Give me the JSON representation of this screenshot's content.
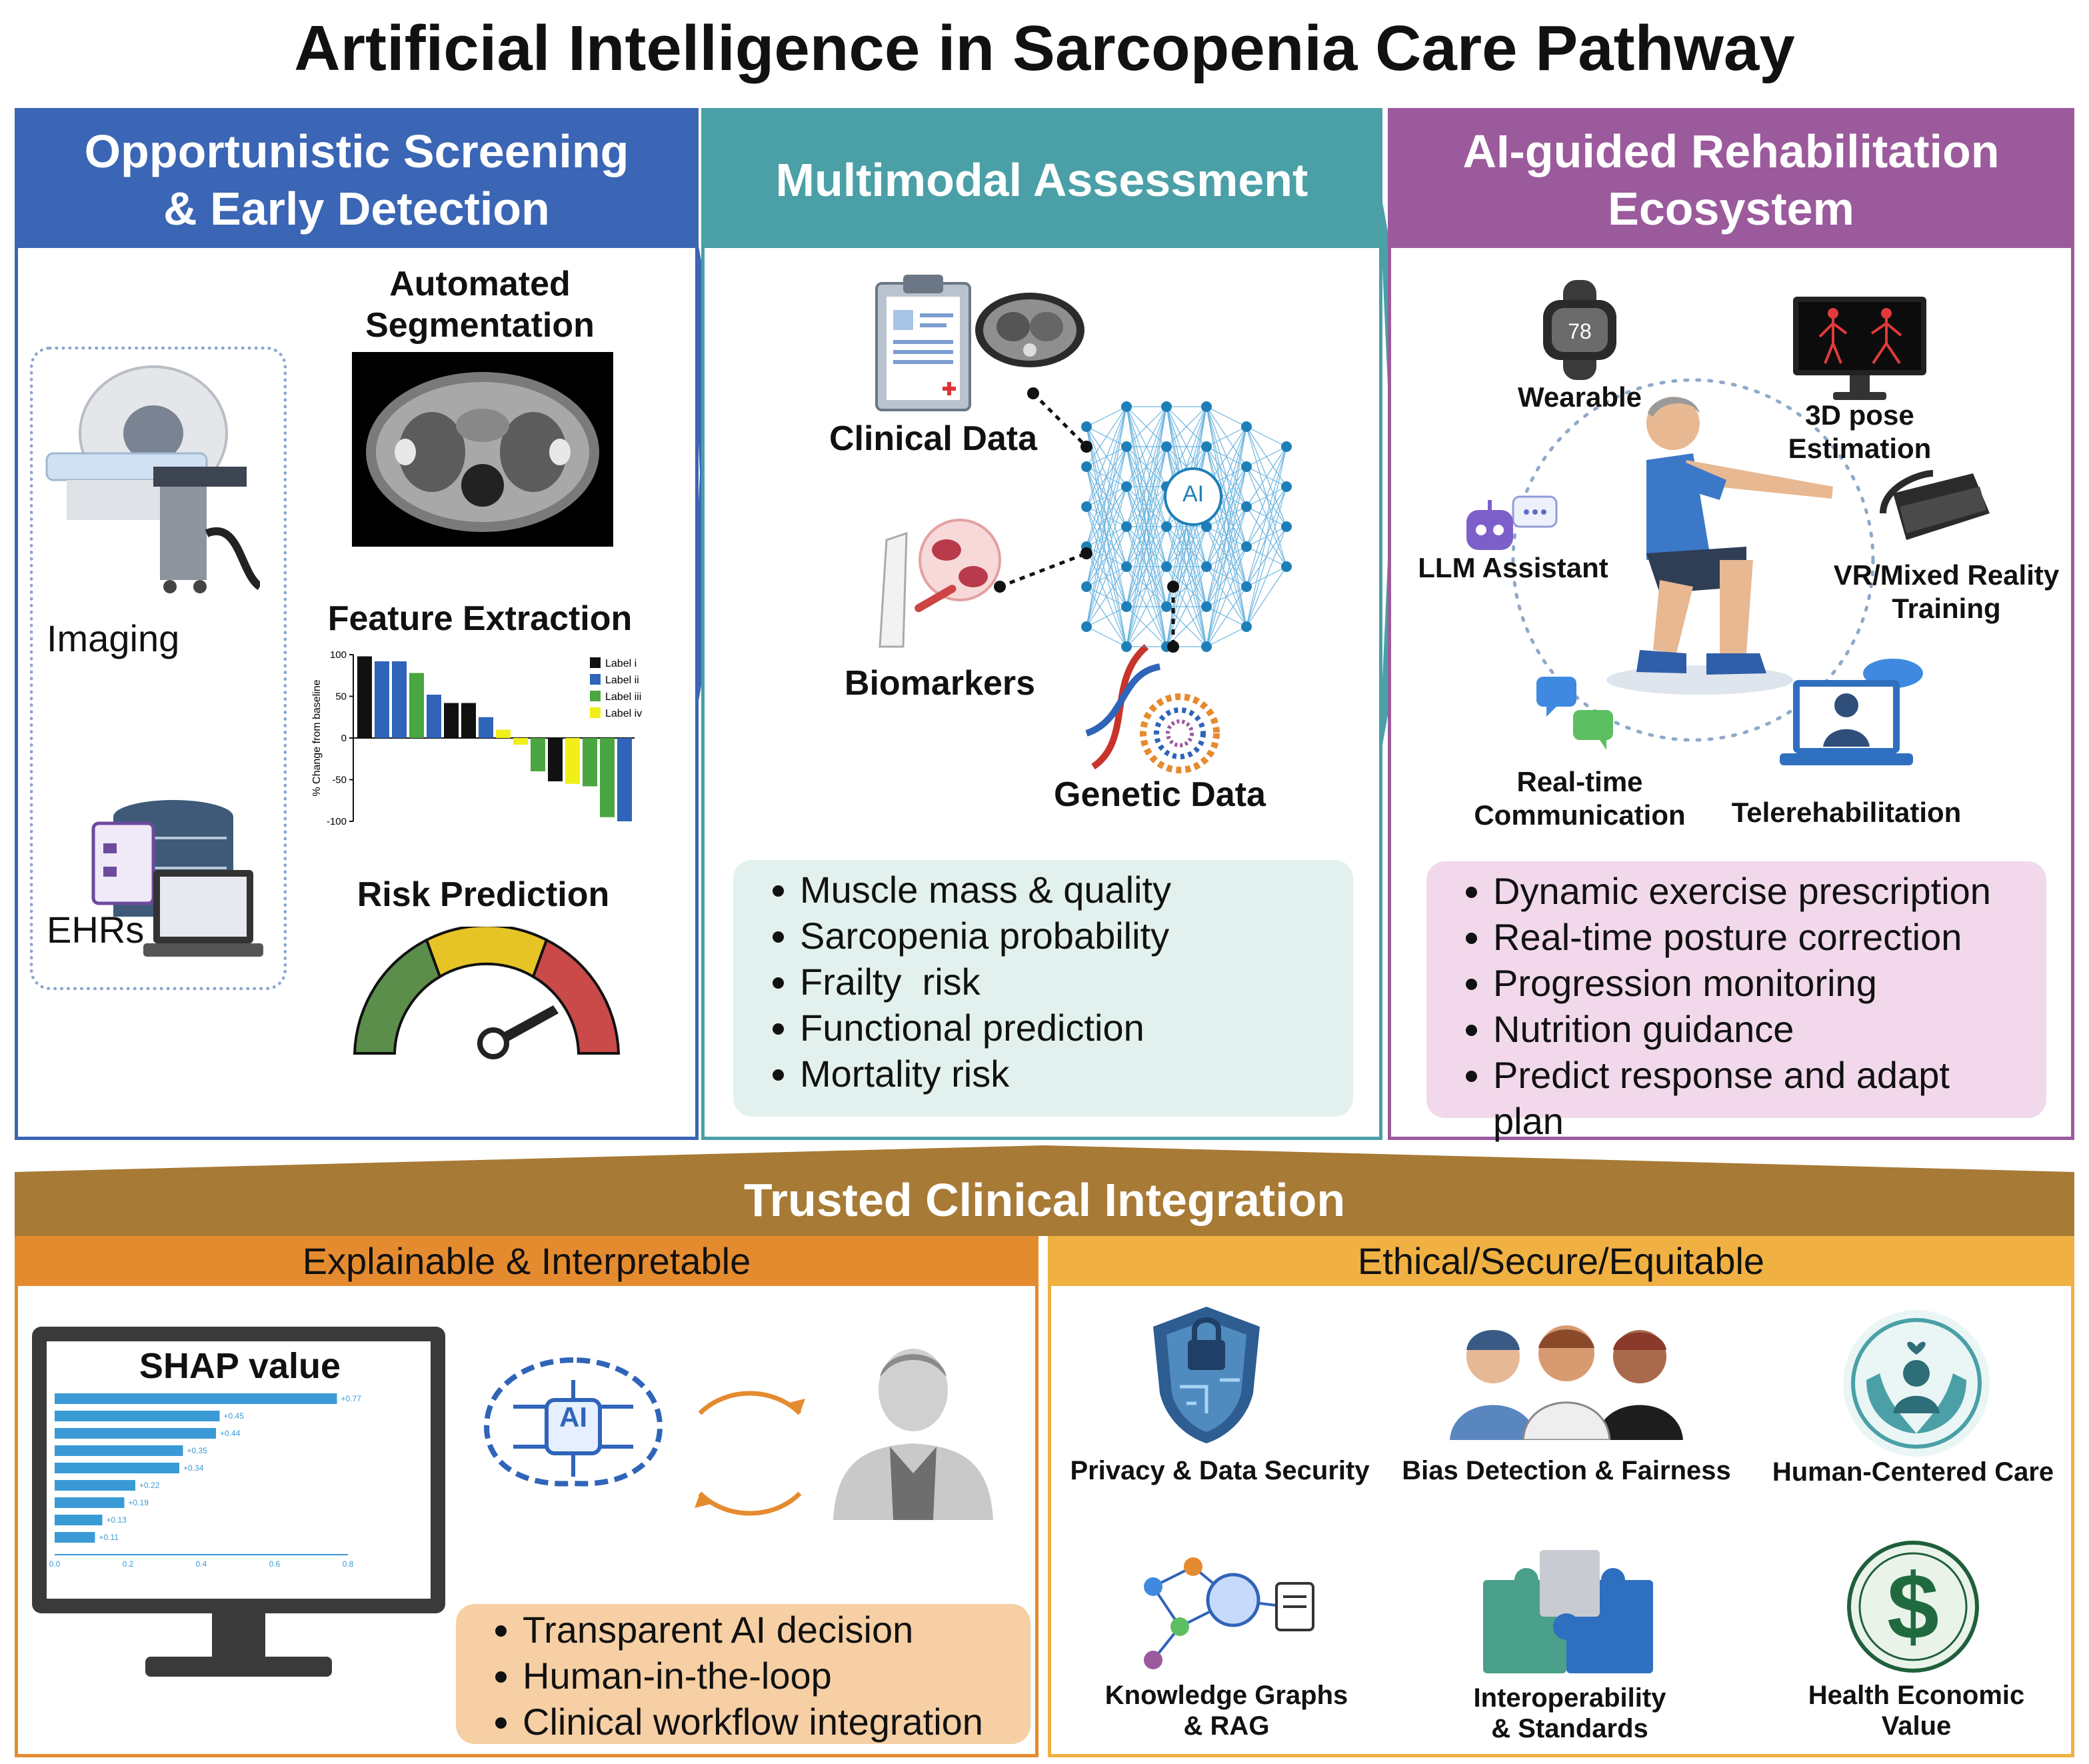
{
  "title": "Artificial Intelligence in Sarcopenia Care Pathway",
  "colors": {
    "screening": "#3b65b5",
    "assessment": "#4aa0a6",
    "rehab": "#9b5a9c",
    "trusted": "#a77a36",
    "explain": "#e58b2f",
    "ethical": "#f0b142",
    "assessment_box": "#e2f1ee",
    "rehab_box": "#f1d8ea",
    "explain_box": "#f6cfa4"
  },
  "screening": {
    "heading": "Opportunistic Screening\n& Early Detection",
    "imaging_label": "Imaging",
    "ehr_label": "EHRs",
    "segmentation_label": "Automated\nSegmentation",
    "feature_label": "Feature Extraction",
    "risk_label": "Risk Prediction"
  },
  "assessment": {
    "heading": "Multimodal Assessment",
    "clinical_label": "Clinical Data",
    "biomarkers_label": "Biomarkers",
    "genetic_label": "Genetic Data",
    "ai_label": "AI",
    "bullets": [
      "Muscle mass & quality",
      "Sarcopenia probability",
      "Frailty  risk",
      "Functional prediction",
      "Mortality risk"
    ]
  },
  "rehab": {
    "heading": "AI-guided Rehabilitation\nEcosystem",
    "wearable_label": "Wearable",
    "watch_value": "78",
    "pose_label": "3D pose\nEstimation",
    "llm_label": "LLM Assistant",
    "vr_label": "VR/Mixed Reality\nTraining",
    "comm_label": "Real-time\nCommunication",
    "tele_label": "Telerehabilitation",
    "bullets": [
      "Dynamic exercise prescription",
      "Real-time posture correction",
      "Progression monitoring",
      "Nutrition guidance",
      "Predict response and adapt plan"
    ]
  },
  "trusted": {
    "heading": "Trusted Clinical Integration",
    "explain_heading": "Explainable & Interpretable",
    "ethical_heading": "Ethical/Secure/Equitable",
    "shap_title": "SHAP value",
    "ai_label": "AI",
    "explain_bullets": [
      "Transparent AI decision",
      "Human-in-the-loop",
      "Clinical workflow integration"
    ],
    "privacy_label": "Privacy & Data Security",
    "bias_label": "Bias Detection & Fairness",
    "human_label": "Human-Centered Care",
    "kg_label": "Knowledge Graphs\n& RAG",
    "interop_label": "Interoperability\n& Standards",
    "economic_label": "Health Economic\nValue",
    "dollar_sign": "$"
  },
  "chart_data": [
    {
      "type": "bar",
      "ylabel": "% Change from baseline",
      "ylim": [
        -100,
        100
      ],
      "yticks": [
        "100",
        "50",
        "0",
        "-50",
        "-100"
      ],
      "series": [
        {
          "name": "Label i",
          "color": "#111111"
        },
        {
          "name": "Label ii",
          "color": "#2f64b8"
        },
        {
          "name": "Label iii",
          "color": "#4aa640"
        },
        {
          "name": "Label iv",
          "color": "#f0ef1a"
        }
      ],
      "values": [
        98,
        92,
        92,
        78,
        52,
        42,
        42,
        25,
        10,
        -8,
        -40,
        -52,
        -55,
        -58,
        -95,
        -100
      ],
      "value_series": [
        0,
        1,
        1,
        2,
        1,
        0,
        0,
        1,
        3,
        3,
        2,
        0,
        3,
        2,
        2,
        1
      ]
    },
    {
      "type": "bar",
      "title": "SHAP value",
      "orientation": "horizontal",
      "values": [
        0.77,
        0.45,
        0.44,
        0.35,
        0.34,
        0.22,
        0.19,
        0.13,
        0.11
      ],
      "value_labels": [
        "+0.77",
        "+0.45",
        "+0.44",
        "+0.35",
        "+0.34",
        "+0.22",
        "+0.19",
        "+0.13",
        "+0.11"
      ],
      "xticks": [
        "0.0",
        "0.2",
        "0.4",
        "0.6",
        "0.8"
      ],
      "xlim": [
        0,
        0.8
      ]
    }
  ]
}
